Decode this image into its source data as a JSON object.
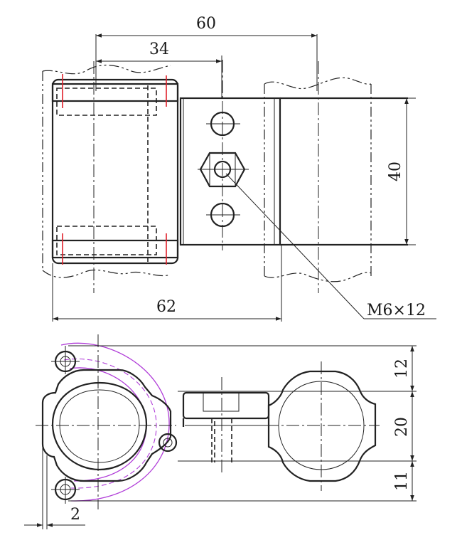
{
  "dimensions": {
    "top_overall": "60",
    "top_offset": "34",
    "height": "40",
    "base_width": "62",
    "bolt_spec": "M6×12",
    "section_upper": "12",
    "section_middle": "20",
    "section_lower": "11",
    "wall_offset": "2"
  }
}
